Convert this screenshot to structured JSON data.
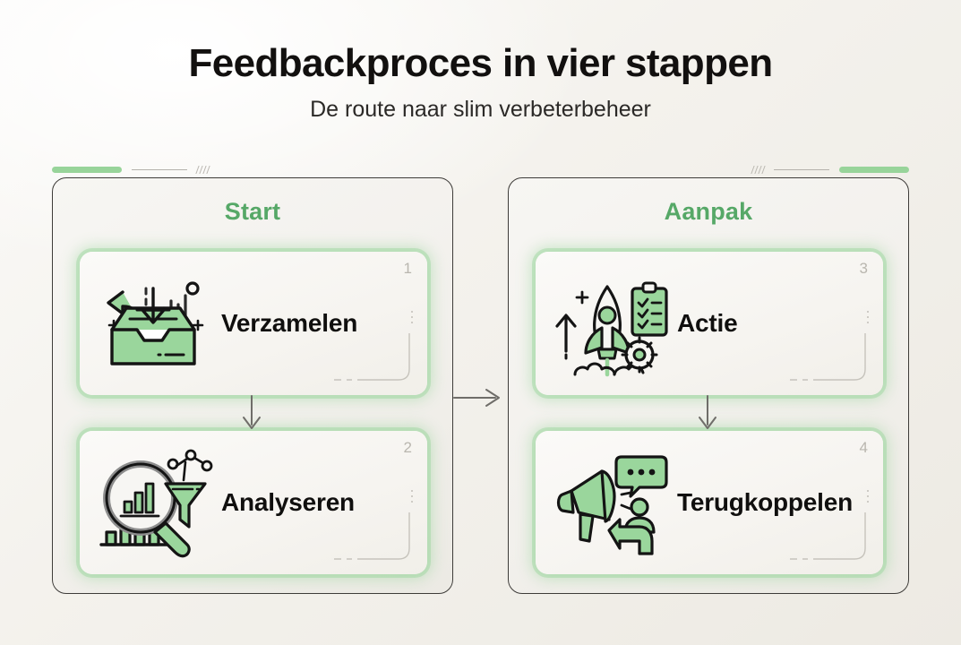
{
  "header": {
    "title": "Feedbackproces in vier stappen",
    "subtitle": "De route naar slim verbeterbeheer"
  },
  "panels": [
    {
      "id": "start",
      "title": "Start"
    },
    {
      "id": "aanpak",
      "title": "Aanpak"
    }
  ],
  "cards": [
    {
      "number": "1",
      "label": "Verzamelen",
      "icon": "inbox-tray-icon",
      "panel": "start"
    },
    {
      "number": "2",
      "label": "Analyseren",
      "icon": "magnifier-funnel-icon",
      "panel": "start"
    },
    {
      "number": "3",
      "label": "Actie",
      "icon": "rocket-checklist-icon",
      "panel": "aanpak"
    },
    {
      "number": "4",
      "label": "Terugkoppelen",
      "icon": "megaphone-feedback-icon",
      "panel": "aanpak"
    }
  ],
  "connectors": [
    {
      "name": "arrow-down-start",
      "direction": "down"
    },
    {
      "name": "arrow-down-aanpak",
      "direction": "down"
    },
    {
      "name": "arrow-right-panels",
      "direction": "right"
    }
  ],
  "colors": {
    "accent_green": "#56a867",
    "icon_green": "#9ad69c",
    "glow_green": "#96d598",
    "ink": "#100f0e",
    "panel_border": "#3e3c39",
    "muted": "#b9b6af"
  }
}
